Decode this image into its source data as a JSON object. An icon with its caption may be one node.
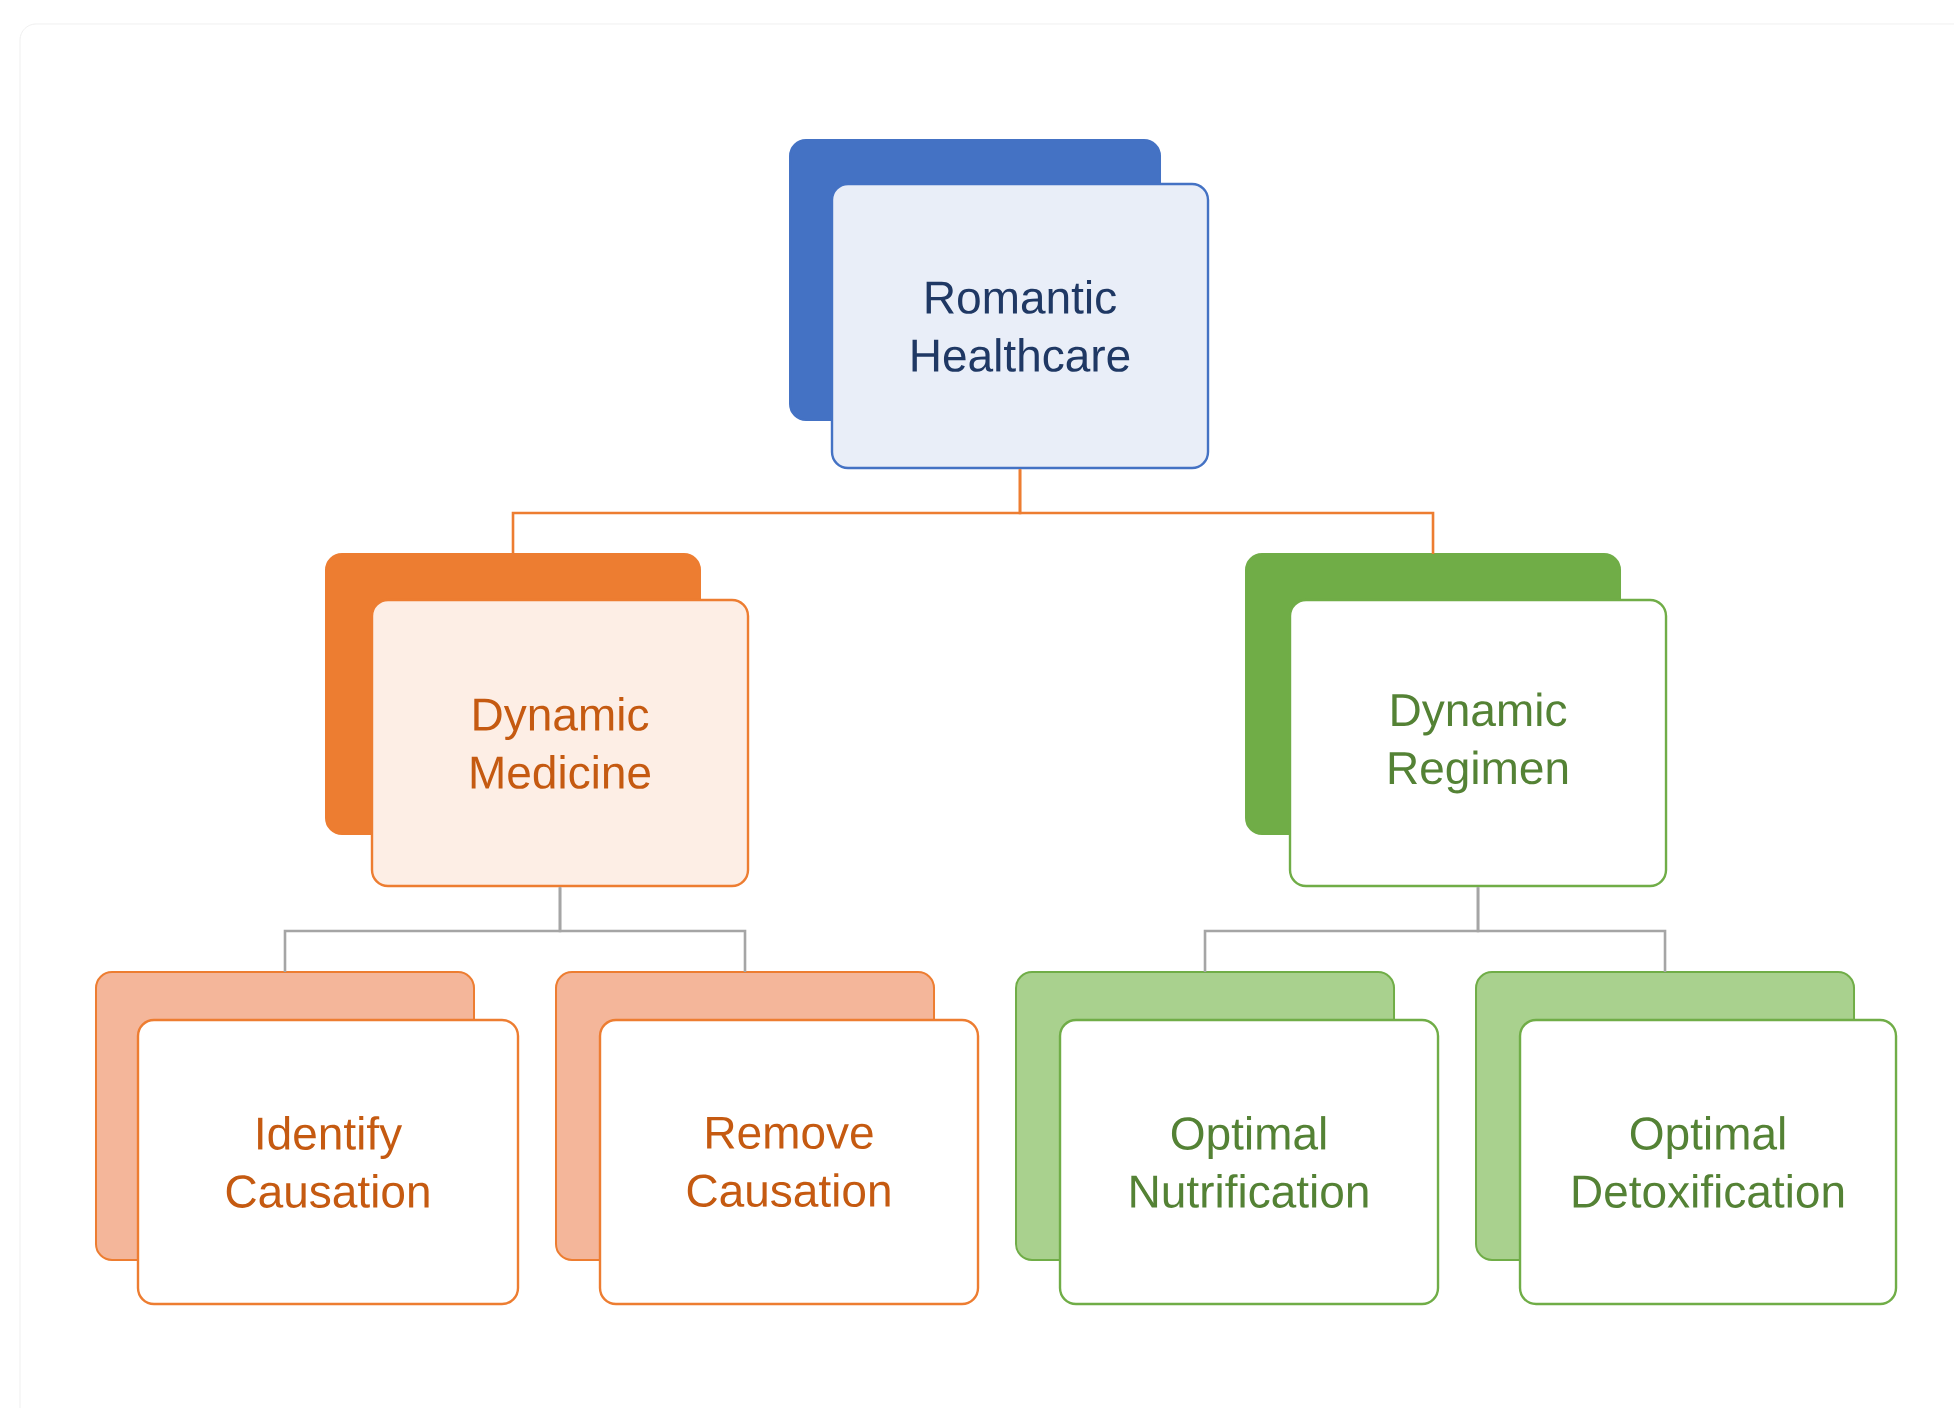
{
  "diagram": {
    "nodes": [
      {
        "text": [
          "Romantic Healthcare"
        ]
      },
      {
        "text": [
          "Dynamic Medicine"
        ]
      },
      {
        "text": [
          "Dynamic Regimen"
        ]
      },
      {
        "text": [
          "Identify Causation"
        ]
      },
      {
        "text": [
          "Remove Causation"
        ]
      },
      {
        "text": [
          "Optimal Nutrification"
        ]
      },
      {
        "text": [
          "Optimal Detoxification"
        ]
      }
    ],
    "edges": [
      {
        "from": 0,
        "to": 1,
        "arrow": "none",
        "color": "#ed7d31"
      },
      {
        "from": 0,
        "to": 2,
        "arrow": "none",
        "color": "#ed7d31"
      },
      {
        "from": 1,
        "to": 3,
        "arrow": "none"
      },
      {
        "from": 1,
        "to": 4,
        "arrow": "none"
      },
      {
        "from": 2,
        "to": 5,
        "arrow": "none"
      },
      {
        "from": 2,
        "to": 6,
        "arrow": "none"
      }
    ]
  }
}
